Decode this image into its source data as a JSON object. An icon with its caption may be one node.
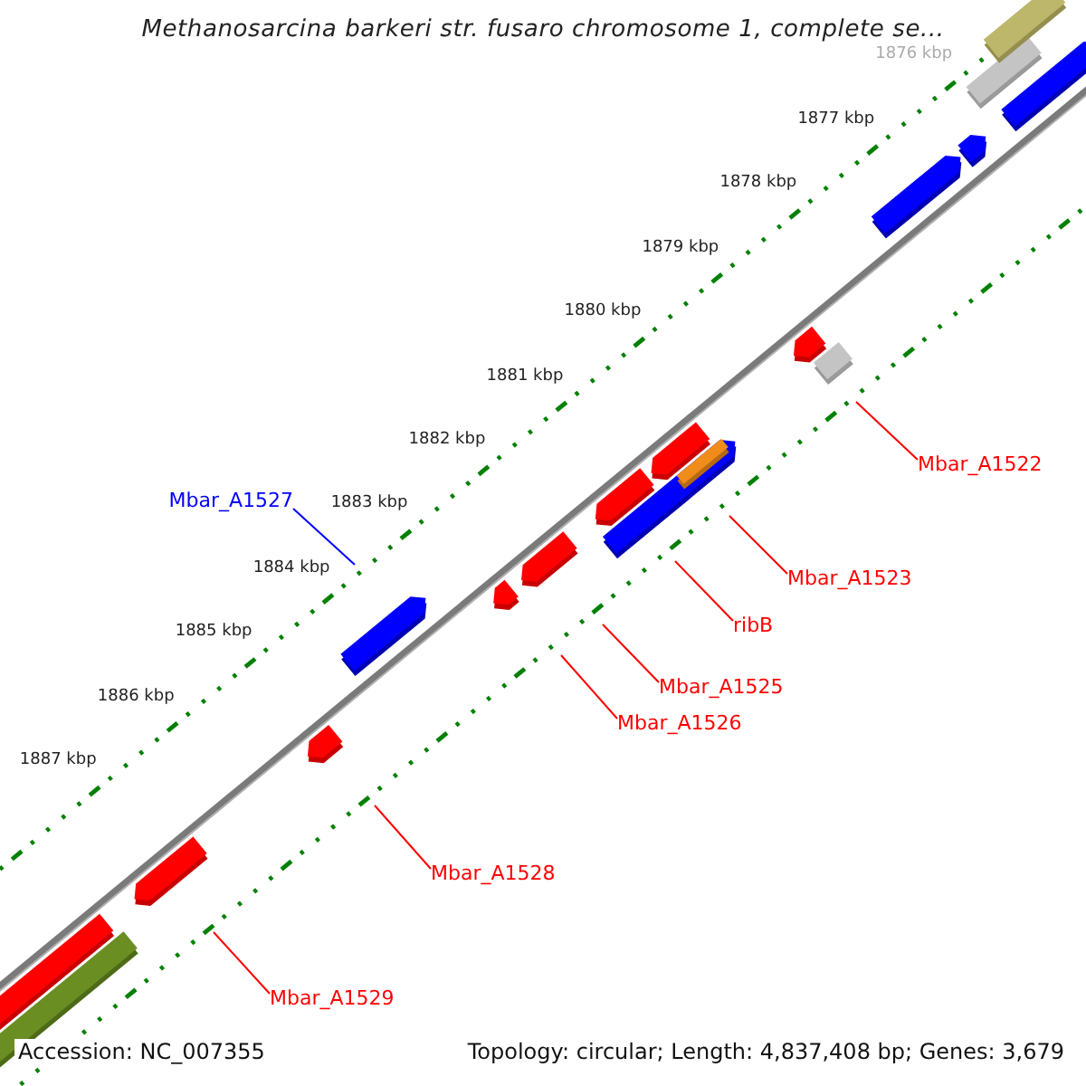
{
  "diagram": {
    "title": "Methanosarcina barkeri str. fusaro chromosome 1, complete se...",
    "nodes": [
      {
        "text": [
          "Mbar_A1522"
        ]
      },
      {
        "text": [
          "Mbar_A1527"
        ]
      },
      {
        "text": [
          "Mbar_A1523"
        ]
      },
      {
        "text": [
          "ribB"
        ]
      },
      {
        "text": [
          "Mbar_A1525"
        ]
      },
      {
        "text": [
          "Mbar_A1526"
        ]
      },
      {
        "text": [
          "Mbar_A1528"
        ]
      },
      {
        "text": [
          "Mbar_A1529"
        ]
      }
    ],
    "edges": [
      {
        "from": 0,
        "to": null,
        "arrow": "none"
      },
      {
        "from": 1,
        "to": null,
        "arrow": "none",
        "color": "#0000ff"
      },
      {
        "from": 2,
        "to": null,
        "arrow": "none"
      },
      {
        "from": 3,
        "to": null,
        "arrow": "none"
      },
      {
        "from": 4,
        "to": null,
        "arrow": "none"
      },
      {
        "from": 5,
        "to": null,
        "arrow": "none"
      },
      {
        "from": 6,
        "to": null,
        "arrow": "none"
      },
      {
        "from": 7,
        "to": null,
        "arrow": "none"
      }
    ],
    "labels": [
      "1876 kbp",
      "1877 kbp",
      "1878 kbp",
      "1879 kbp",
      "1880 kbp",
      "1881 kbp",
      "1882 kbp",
      "1883 kbp",
      "1884 kbp",
      "1885 kbp",
      "1886 kbp",
      "1887 kbp",
      "Accession: NC_007355",
      "Topology: circular; Length: 4,837,408 bp; Genes: 3,679"
    ]
  }
}
